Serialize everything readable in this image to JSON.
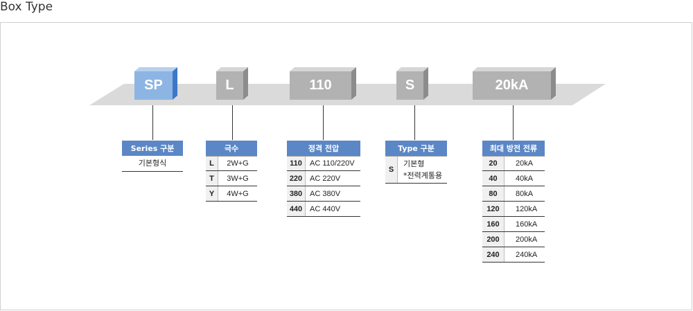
{
  "page_title": "Box Type",
  "boxes": [
    {
      "id": "sp",
      "label": "SP",
      "highlight": true
    },
    {
      "id": "l",
      "label": "L",
      "highlight": false
    },
    {
      "id": "110",
      "label": "110",
      "highlight": false
    },
    {
      "id": "s",
      "label": "S",
      "highlight": false
    },
    {
      "id": "20ka",
      "label": "20kA",
      "highlight": false
    }
  ],
  "colors": {
    "highlight_face": "#8db5e3",
    "highlight_top": "#b6d1ef",
    "highlight_side": "#3b78c8",
    "gray_face": "#b2b2b2",
    "gray_top": "#d6d6d6",
    "gray_side": "#8c8c8c",
    "band": "#dadada",
    "header": "#5b87c6"
  },
  "series": {
    "header": "Series 구분",
    "value": "기본형식"
  },
  "poles": {
    "header": "극수",
    "rows": [
      {
        "code": "L",
        "desc": "2W+G"
      },
      {
        "code": "T",
        "desc": "3W+G"
      },
      {
        "code": "Y",
        "desc": "4W+G"
      }
    ]
  },
  "voltage": {
    "header": "정격 전압",
    "rows": [
      {
        "code": "110",
        "desc": "AC 110/220V"
      },
      {
        "code": "220",
        "desc": "AC 220V"
      },
      {
        "code": "380",
        "desc": "AC 380V"
      },
      {
        "code": "440",
        "desc": "AC 440V"
      }
    ]
  },
  "type": {
    "header": "Type 구분",
    "code": "S",
    "line1": "기본형",
    "line2": "*전력계통용"
  },
  "current": {
    "header": "최대 방전 전류",
    "rows": [
      {
        "code": "20",
        "desc": "20kA"
      },
      {
        "code": "40",
        "desc": "40kA"
      },
      {
        "code": "80",
        "desc": "80kA"
      },
      {
        "code": "120",
        "desc": "120kA"
      },
      {
        "code": "160",
        "desc": "160kA"
      },
      {
        "code": "200",
        "desc": "200kA"
      },
      {
        "code": "240",
        "desc": "240kA"
      }
    ]
  }
}
